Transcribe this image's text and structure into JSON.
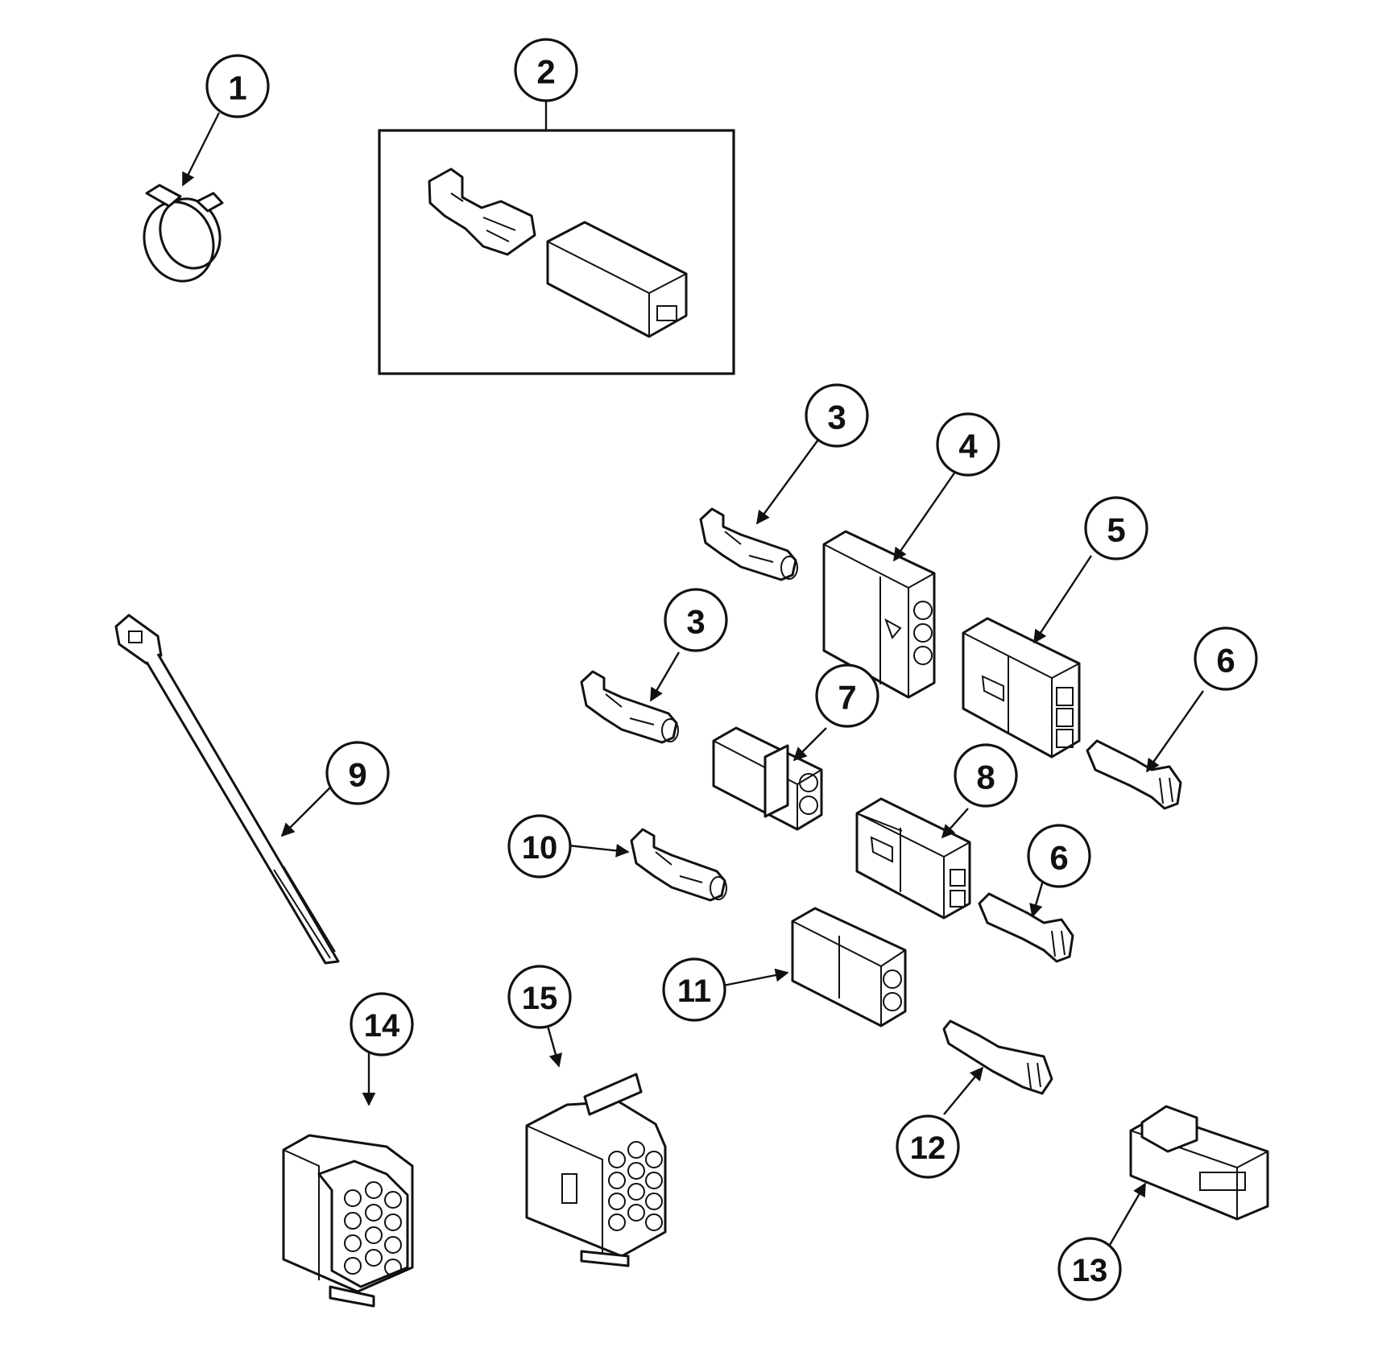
{
  "callouts": [
    {
      "label": "1"
    },
    {
      "label": "2"
    },
    {
      "label": "3"
    },
    {
      "label": "3"
    },
    {
      "label": "4"
    },
    {
      "label": "5"
    },
    {
      "label": "6"
    },
    {
      "label": "6"
    },
    {
      "label": "7"
    },
    {
      "label": "8"
    },
    {
      "label": "9"
    },
    {
      "label": "10"
    },
    {
      "label": "11"
    },
    {
      "label": "12"
    },
    {
      "label": "13"
    },
    {
      "label": "14"
    },
    {
      "label": "15"
    }
  ]
}
